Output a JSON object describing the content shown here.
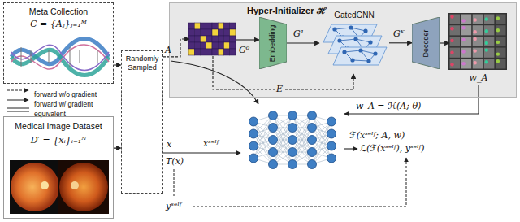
{
  "diagram": {
    "nodes": [
      {
        "text": [
          "Meta Collection",
          "C = {Aⱼ}ⱼ₌₁ᴹ"
        ]
      },
      {
        "text": [
          "Medical Image Dataset",
          "D′ = {xᵢ}ᵢ₌₁ᴺ"
        ]
      },
      {
        "text": [
          "Randomly Sampled"
        ]
      },
      {
        "text": [
          "Hyper-Initializer ℋ"
        ]
      },
      {
        "text": [
          "G⁰"
        ],
        "in": 3
      },
      {
        "text": [
          "Embedding"
        ],
        "in": 3
      },
      {
        "text": [
          "GatedGNN"
        ],
        "in": 3
      },
      {
        "text": [
          "Decoder"
        ],
        "in": 3
      },
      {
        "text": [
          "w_A"
        ],
        "in": 3
      },
      {
        "text": [
          "ℱ(xˢᵉˡᶠ; A, w)"
        ]
      }
    ],
    "edges": [
      {
        "from": 0,
        "to": 2,
        "arrow": "to"
      },
      {
        "from": 1,
        "to": 2,
        "arrow": "to"
      },
      {
        "from": 2,
        "to": 4,
        "label": "A",
        "arrow": "to"
      },
      {
        "from": 2,
        "to": 9,
        "label": "x",
        "arrow": "to"
      },
      {
        "from": 4,
        "to": 5,
        "arrow": "to"
      },
      {
        "from": 5,
        "to": 6,
        "label": "G¹",
        "arrow": "to"
      },
      {
        "from": 6,
        "to": 7,
        "label": "Gᴷ",
        "arrow": "to"
      },
      {
        "from": 7,
        "to": 8,
        "arrow": "to"
      },
      {
        "from": 4,
        "to": 6,
        "label": "E",
        "arrow": "to"
      },
      {
        "from": 8,
        "to": 9,
        "label": "w_A = ℋ(A; θ)",
        "arrow": "to"
      }
    ],
    "labels": [
      "T(x)",
      "xˢᵉˡᶠ",
      "yˢᵉˡᶠ",
      "ℒ(ℱ(xˢᵉˡᶠ), yˢᵉˡᶠ)"
    ],
    "legend": [
      {
        "text": "forward w/o gradient"
      },
      {
        "text": "forward w/ gradient"
      },
      {
        "text": "equivalent"
      }
    ]
  }
}
